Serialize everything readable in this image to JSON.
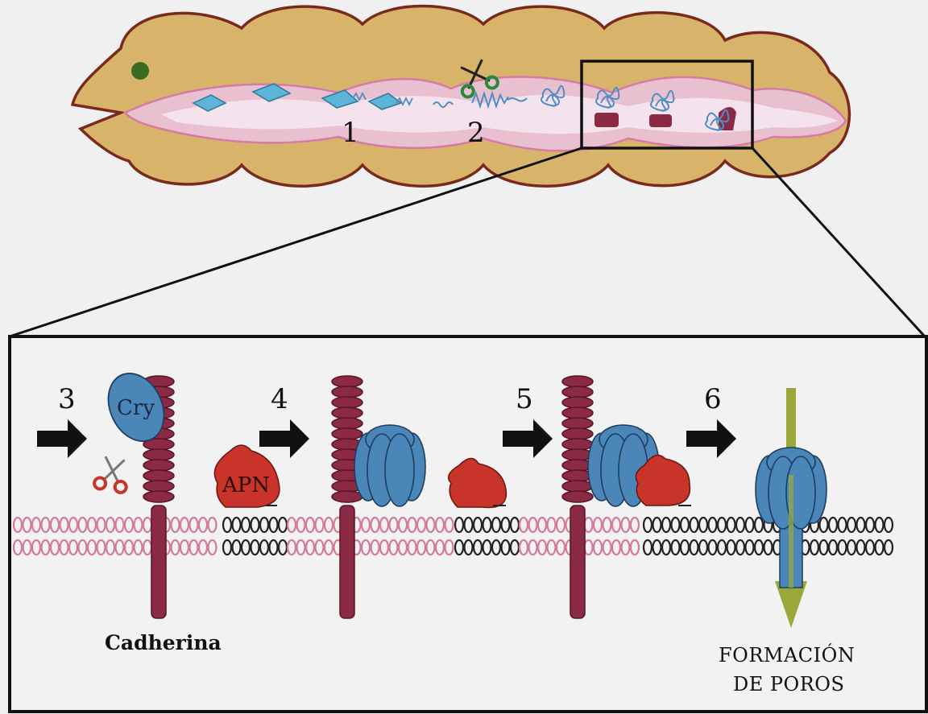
{
  "colors": {
    "larva_body": "#d8b46a",
    "larva_outline": "#7a2a1c",
    "gut": "#f2dce8",
    "gut_outline": "#d67aa6",
    "crystal": "#5cb5d6",
    "cadherin": "#8a2a45",
    "cry_protein": "#4a86b8",
    "apn": "#c8332a",
    "membrane_pink": "#d27a9a",
    "membrane_dark": "#222222",
    "pore_arrow": "#9aa83a"
  },
  "labels": {
    "step1": "1",
    "step2": "2",
    "step3": "3",
    "step4": "4",
    "step5": "5",
    "step6": "6",
    "cry": "Cry",
    "apn": "APN",
    "cadherin": "Cadherina",
    "pore_line1": "FORMACIÓN",
    "pore_line2": "DE POROS"
  },
  "icons": {
    "scissors_top": "scissors-icon",
    "scissors_panel": "scissors-icon"
  }
}
